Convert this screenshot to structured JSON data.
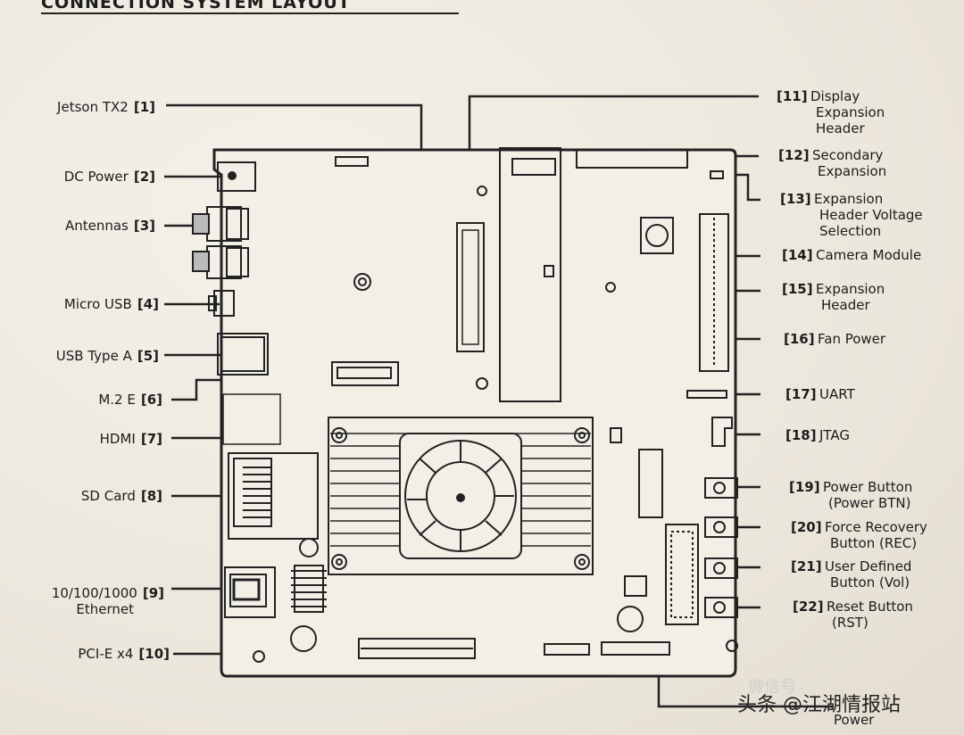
{
  "title": "CONNECTION SYSTEM LAYOUT",
  "labels_left": [
    {
      "num": "[1]",
      "text": "Jetson TX2"
    },
    {
      "num": "[2]",
      "text": "DC Power"
    },
    {
      "num": "[3]",
      "text": "Antennas"
    },
    {
      "num": "[4]",
      "text": "Micro USB"
    },
    {
      "num": "[5]",
      "text": "USB Type A"
    },
    {
      "num": "[6]",
      "text": "M.2 E"
    },
    {
      "num": "[7]",
      "text": "HDMI"
    },
    {
      "num": "[8]",
      "text": "SD Card"
    },
    {
      "num": "[9]",
      "text": "10/100/1000",
      "text2": "Ethernet"
    },
    {
      "num": "[10]",
      "text": "PCI-E x4"
    }
  ],
  "labels_right": [
    {
      "num": "[11]",
      "lines": [
        "Display",
        "Expansion",
        "Header"
      ]
    },
    {
      "num": "[12]",
      "lines": [
        "Secondary",
        "Expansion"
      ]
    },
    {
      "num": "[13]",
      "lines": [
        "Expansion",
        "Header Voltage",
        "Selection"
      ]
    },
    {
      "num": "[14]",
      "lines": [
        "Camera Module"
      ]
    },
    {
      "num": "[15]",
      "lines": [
        "Expansion",
        "Header"
      ]
    },
    {
      "num": "[16]",
      "lines": [
        "Fan Power"
      ]
    },
    {
      "num": "[17]",
      "lines": [
        "UART"
      ]
    },
    {
      "num": "[18]",
      "lines": [
        "JTAG"
      ]
    },
    {
      "num": "[19]",
      "lines": [
        "Power Button",
        "(Power BTN)"
      ]
    },
    {
      "num": "[20]",
      "lines": [
        "Force Recovery",
        "Button (REC)"
      ]
    },
    {
      "num": "[21]",
      "lines": [
        "User Defined",
        "Button (Vol)"
      ]
    },
    {
      "num": "[22]",
      "lines": [
        "Reset Button",
        "(RST)"
      ]
    }
  ],
  "bottom_label": "Power",
  "watermark": "头条 @江湖情报站",
  "watermark_faint": "微信号"
}
